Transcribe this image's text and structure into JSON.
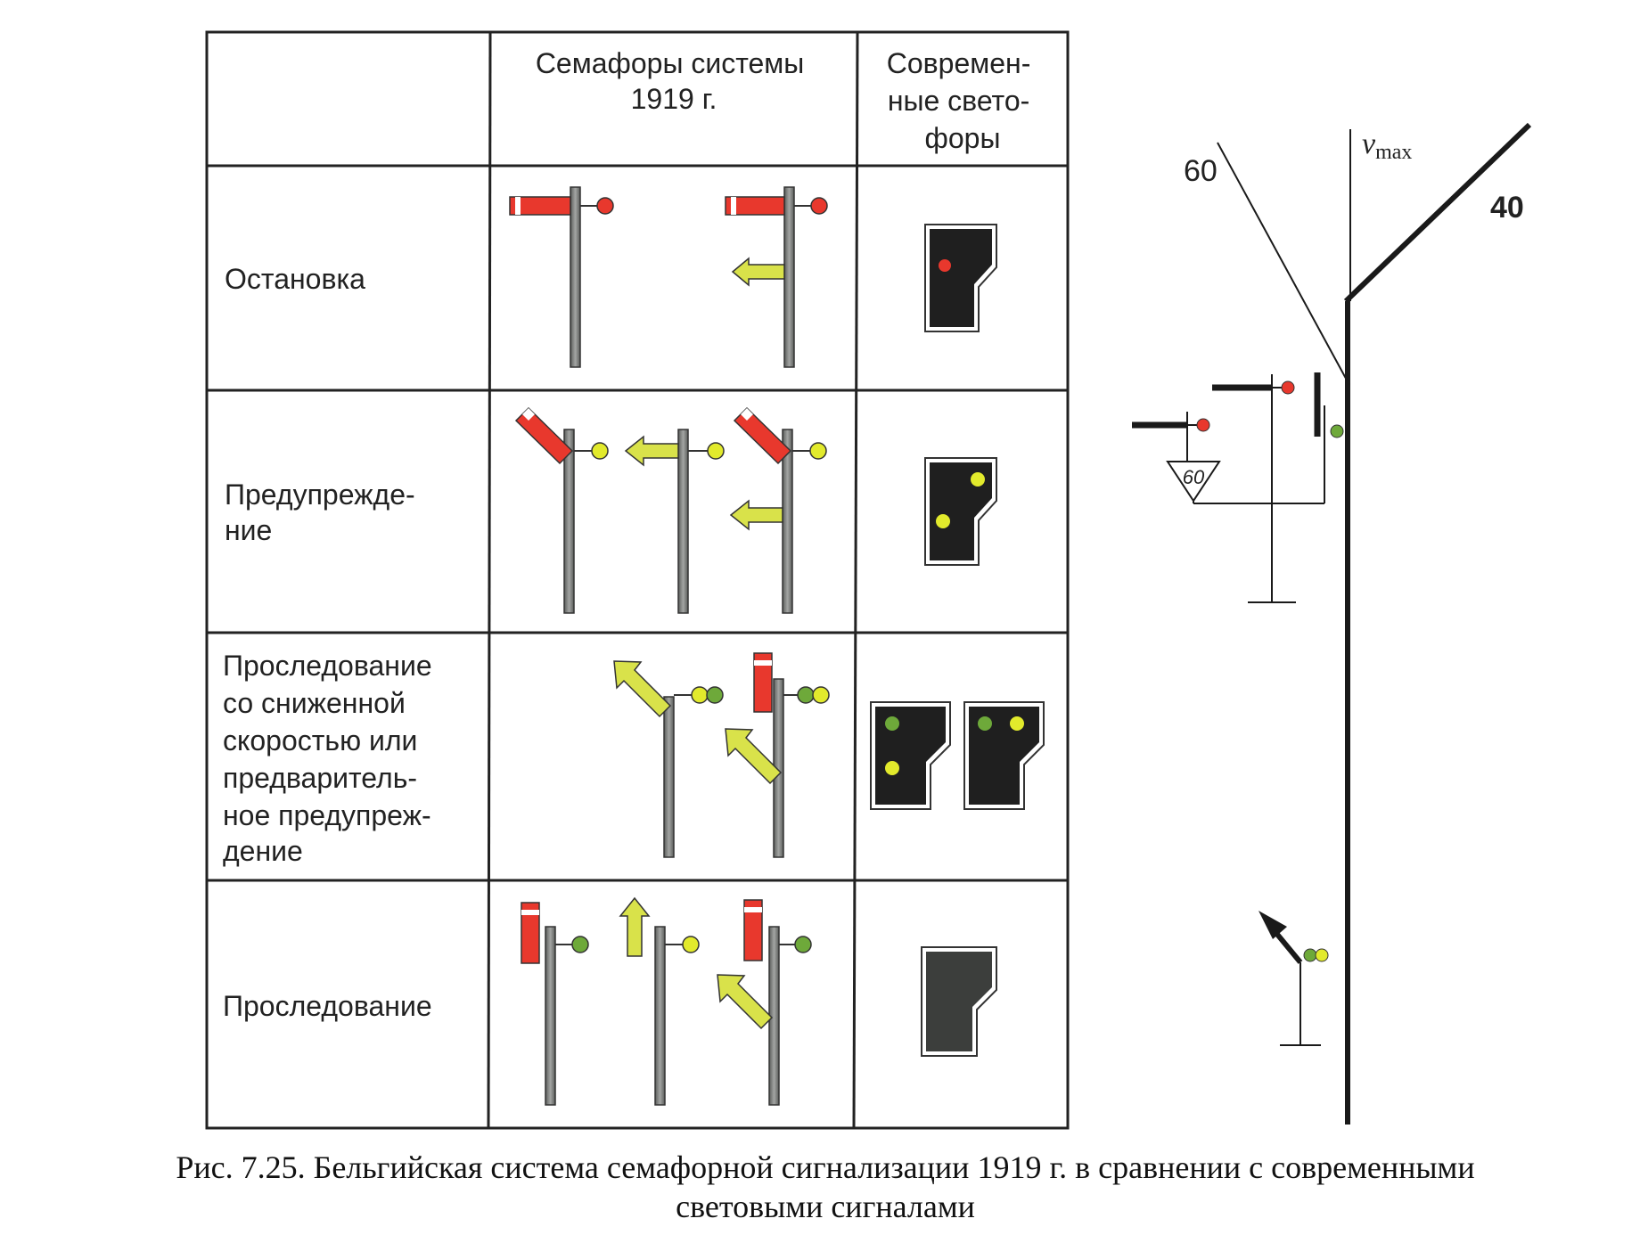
{
  "table": {
    "headers": {
      "semaphores": [
        "Семафоры системы",
        "1919 г."
      ],
      "lights": [
        "Современ-",
        "ные свето-",
        "форы"
      ]
    },
    "rows": [
      {
        "id": "stop",
        "label": [
          "Остановка"
        ]
      },
      {
        "id": "warning",
        "label": [
          "Предупрежде-",
          "ние"
        ]
      },
      {
        "id": "reduced",
        "label": [
          "Проследование",
          "со сниженной",
          "скоростью или",
          "предваритель-",
          "ное предупреж-",
          "дение"
        ]
      },
      {
        "id": "proceed",
        "label": [
          "Проследование"
        ]
      }
    ]
  },
  "diagram": {
    "speed_left": "60",
    "speed_right": "40",
    "vmax_symbol": "v",
    "vmax_subscript": "max",
    "speed_board": "60"
  },
  "caption": {
    "line1": "Рис. 7.25. Бельгийская система семафорной сигнализации 1919 г. в сравнении с современными",
    "line2": "световыми сигналами"
  },
  "colors": {
    "red": "#e8382d",
    "yellow": "#e2ea2c",
    "green": "#6ea93a",
    "panel": "#1f1f1f",
    "panel_grey": "#3c3e3c",
    "mast": "#7b7d7b",
    "arrow": "#d9e24a"
  }
}
